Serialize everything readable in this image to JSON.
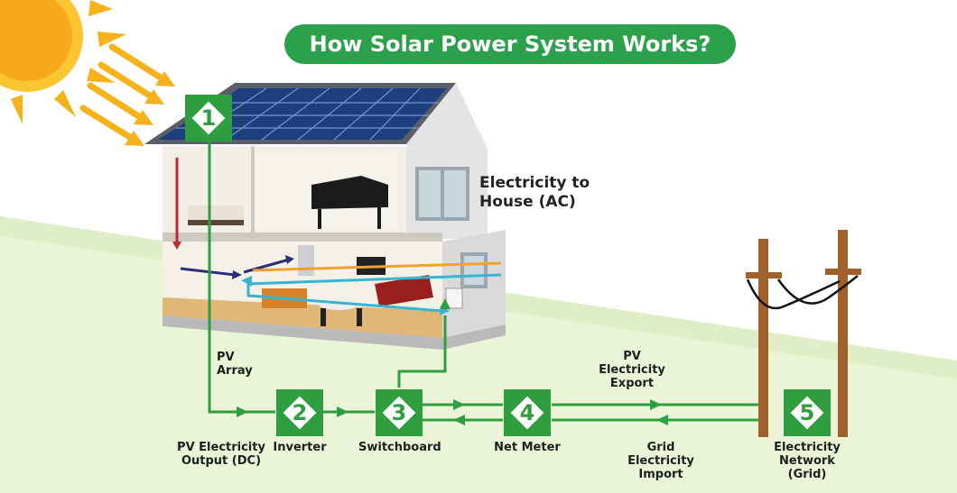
{
  "title": "How Solar Power System Works?",
  "colors": {
    "accent_green": "#2e9e3e",
    "ground": "#eaf4d6",
    "sun": "#f6b21a",
    "flow_dc_red": "#c0282e",
    "flow_navy": "#2a2f7a",
    "flow_orange": "#f0a030",
    "flow_cyan": "#36b4d0"
  },
  "house_label": {
    "line1": "Electricity to",
    "line2": "House (AC)"
  },
  "pv_array": {
    "line1": "PV",
    "line2": "Array"
  },
  "pv_export": {
    "line1": "PV",
    "line2": "Electricity",
    "line3": "Export"
  },
  "grid_import": {
    "line1": "Grid",
    "line2": "Electricity",
    "line3": "Import"
  },
  "steps": [
    {
      "number": "1",
      "icon": "solar-panel-icon"
    },
    {
      "number": "2",
      "label1": "Inverter",
      "label2": ""
    },
    {
      "number": "3",
      "label1": "Switchboard",
      "label2": ""
    },
    {
      "number": "4",
      "label1": "Net Meter",
      "label2": ""
    },
    {
      "number": "5",
      "label1": "Electricity",
      "label2": "Network",
      "label3": "(Grid)"
    }
  ],
  "dc_output": {
    "line1": "PV Electricity",
    "line2": "Output (DC)"
  }
}
